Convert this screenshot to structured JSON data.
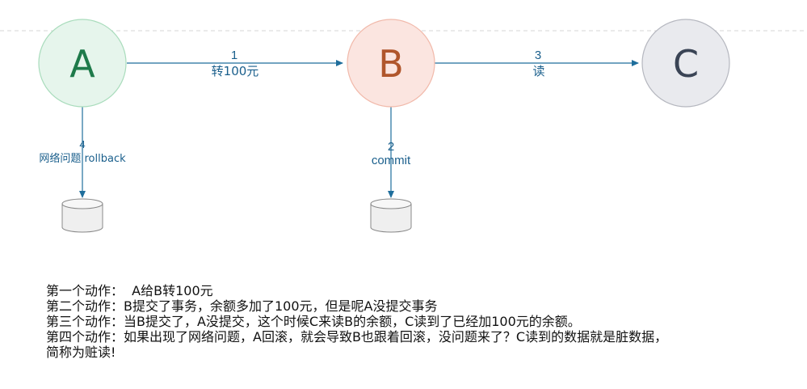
{
  "nodes": {
    "a": {
      "label": "A",
      "fill": "#e6f5ec",
      "stroke": "#a9dcbc",
      "text_color": "#1e7a4a"
    },
    "b": {
      "label": "B",
      "fill": "#fbe5e0",
      "stroke": "#f1b9aa",
      "text_color": "#b0562c"
    },
    "c": {
      "label": "C",
      "fill": "#e9eaee",
      "stroke": "#b5b7bf",
      "text_color": "#3a4455"
    }
  },
  "edges": {
    "ab": {
      "num": "1",
      "text": "转100元"
    },
    "bc": {
      "num": "3",
      "text": "读"
    },
    "a_db": {
      "num": "4",
      "text": "网络问题 rollback"
    },
    "b_db": {
      "num": "2",
      "text": "commit"
    }
  },
  "colors": {
    "arrow": "#1f6e9c",
    "label": "#1a5f8c",
    "dashed_line": "#d6d6d6",
    "db_stroke": "#888888",
    "db_fill": "#efefef"
  },
  "description": {
    "lines": [
      "第一个动作：  A给B转100元",
      "第二个动作：B提交了事务，余额多加了100元，但是呢A没提交事务",
      "第三个动作：当B提交了，A没提交，这个时候C来读B的余额，C读到了已经加100元的余额。",
      "第四个动作：如果出现了网络问题，A回滚，就会导致B也跟着回滚，没问题来了？C读到的数据就是脏数据，",
      "简称为赃读!"
    ]
  }
}
